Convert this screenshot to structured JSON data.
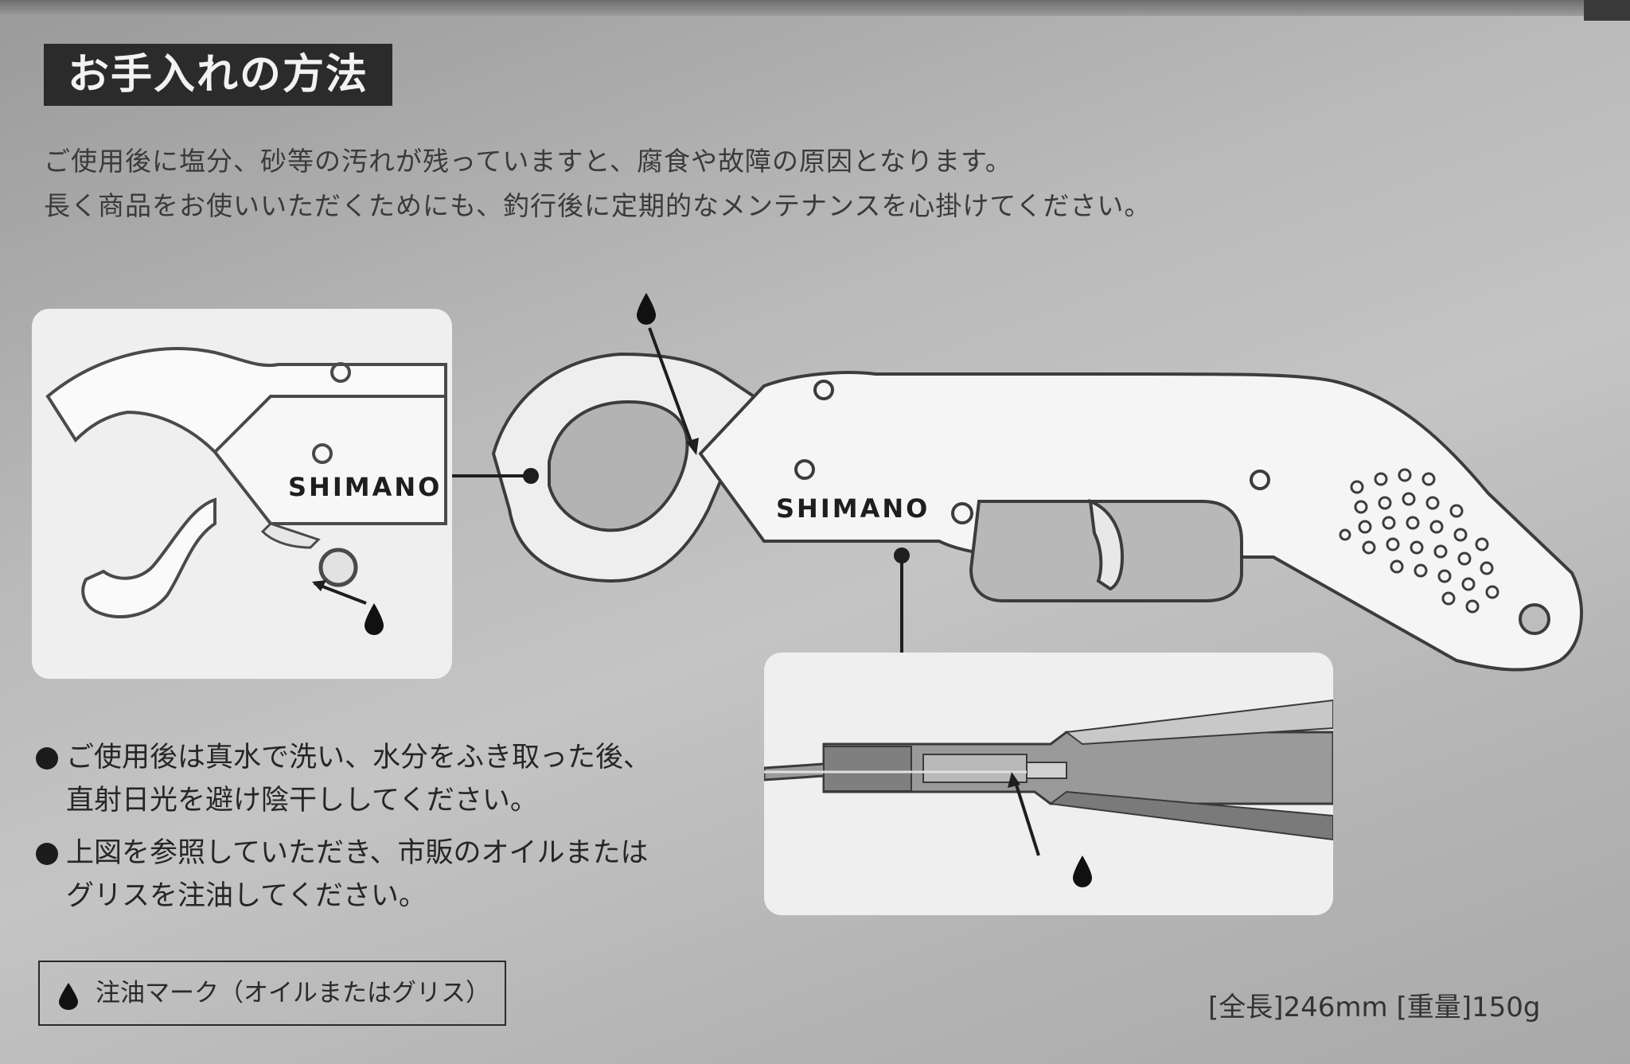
{
  "section_title": "お手入れの方法",
  "intro_lines": [
    "ご使用後に塩分、砂等の汚れが残っていますと、腐食や故障の原因となります。",
    "長く商品をお使いいただくためにも、釣行後に定期的なメンテナンスを心掛けてください。"
  ],
  "brand_logo": "SHIMANO",
  "instructions": [
    {
      "line1": "ご使用後は真水で洗い、水分をふき取った後、",
      "line2": "直射日光を避け陰干ししてください。"
    },
    {
      "line1": "上図を参照していただき、市販のオイルまたは",
      "line2": "グリスを注油してください。"
    }
  ],
  "legend": {
    "icon": "oil-drop-icon",
    "label": "注油マーク（オイルまたはグリス）"
  },
  "specs": "[全長]246mm [重量]150g",
  "colors": {
    "panel": "#efefef",
    "ink": "#1e1e1e",
    "title_bg": "#2b2b2b"
  }
}
